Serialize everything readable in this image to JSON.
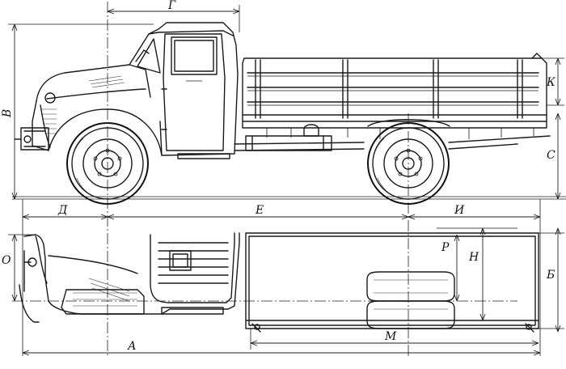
{
  "dimension_labels": {
    "A": "А",
    "B": "Б",
    "V": "В",
    "G": "Г",
    "D": "Д",
    "E": "Е",
    "I": "И",
    "K": "К",
    "M": "М",
    "N": "Н",
    "O": "О",
    "P": "Р",
    "S": "С"
  }
}
